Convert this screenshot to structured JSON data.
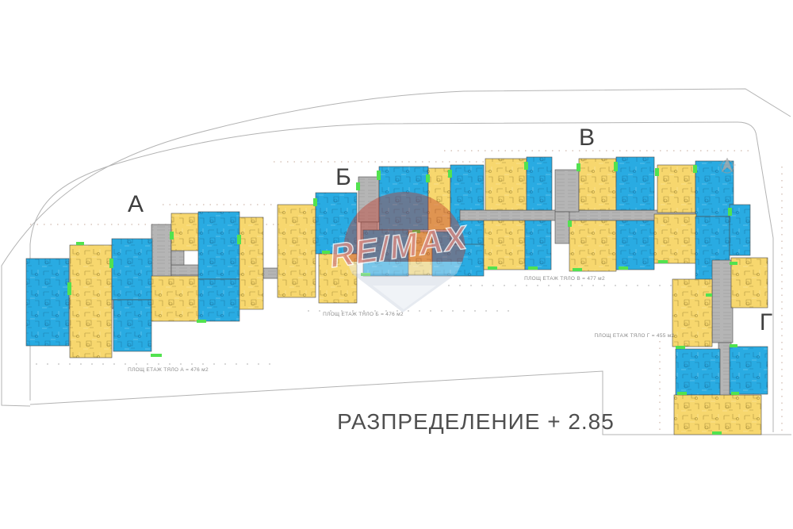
{
  "drawing": {
    "title": "РАЗПРЕДЕЛЕНИЕ + 2.85",
    "buildings": [
      {
        "id": "A",
        "label": "А",
        "caption": "ПЛОЩ ЕТАЖ ТЯЛО А = 476 м2"
      },
      {
        "id": "B",
        "label": "Б",
        "caption": "ПЛОЩ ЕТАЖ ТЯЛО Б = 476 м2"
      },
      {
        "id": "V",
        "label": "В",
        "caption": "ПЛОЩ ЕТАЖ ТЯЛО В = 477 м2"
      },
      {
        "id": "G",
        "label": "Г",
        "caption": "ПЛОЩ ЕТАЖ ТЯЛО Г = 455 м2"
      }
    ],
    "watermark": {
      "text": "RE/MAX"
    },
    "icons": {
      "north_arrow": "north-arrow-icon"
    },
    "colors": {
      "apartment_blue": "#29abe2",
      "apartment_yellow": "#f7d76e",
      "core_gray": "#b5b5b5",
      "balcony_green": "#52e24f",
      "boundary_gray": "#b3b3b3",
      "grid_tick": "#bb9988",
      "title_color": "#4f4f4f"
    }
  }
}
